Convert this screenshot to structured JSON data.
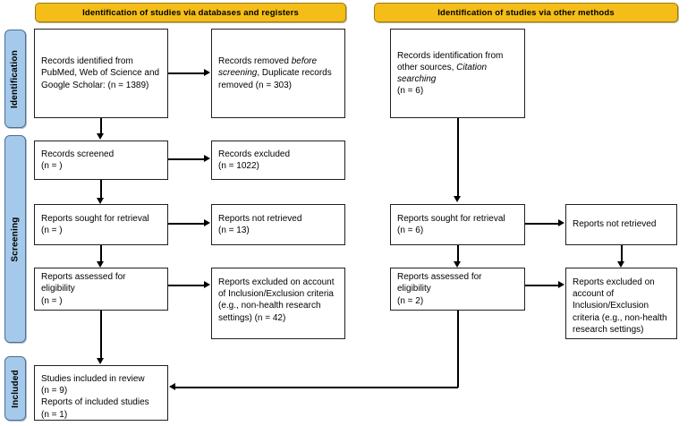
{
  "figure": {
    "type": "prisma-flow-diagram",
    "colors": {
      "header_orange": "#F5BD18",
      "stage_blue": "#A5C9EA",
      "box_border": "#231f20",
      "connector": "#000000",
      "background": "#FFFFFF"
    }
  },
  "headers": {
    "databases": "Identification of studies via databases and registers",
    "other_methods": "Identification of studies via other methods"
  },
  "stages": {
    "identification": "Identification",
    "screening": "Screening",
    "included": "Included"
  },
  "boxes": {
    "records_identified": "Records identified from PubMed, Web of Science and Google Scholar: (n = 1389)",
    "records_removed": "Records removed before screening, Duplicate records removed  (n = 303)",
    "records_screened": "Records screened\n(n = )",
    "records_excluded": "Records excluded\n(n = 1022)",
    "reports_sought_left": "Reports sought for retrieval\n(n = )",
    "reports_not_retrieved_left": "Reports not retrieved\n(n = 13)",
    "reports_assessed_left": "Reports assessed for eligibility\n(n = )",
    "reports_excluded_left": "Reports excluded on account of Inclusion/Exclusion criteria (e.g., non-health research settings) (n = 42)",
    "studies_included": "Studies included in review\n(n = 9)\nReports of included studies\n(n = 1)",
    "records_other_sources": "Records identification from other sources, Citation searching\n(n = 6)",
    "reports_sought_right": "Reports sought for retrieval\n(n = 6)",
    "reports_not_retrieved_right": "Reports not retrieved",
    "reports_assessed_right": "Reports assessed for eligibility\n(n = 2)",
    "reports_excluded_right": "Reports excluded on account of Inclusion/Exclusion criteria (e.g., non-health research settings)"
  }
}
